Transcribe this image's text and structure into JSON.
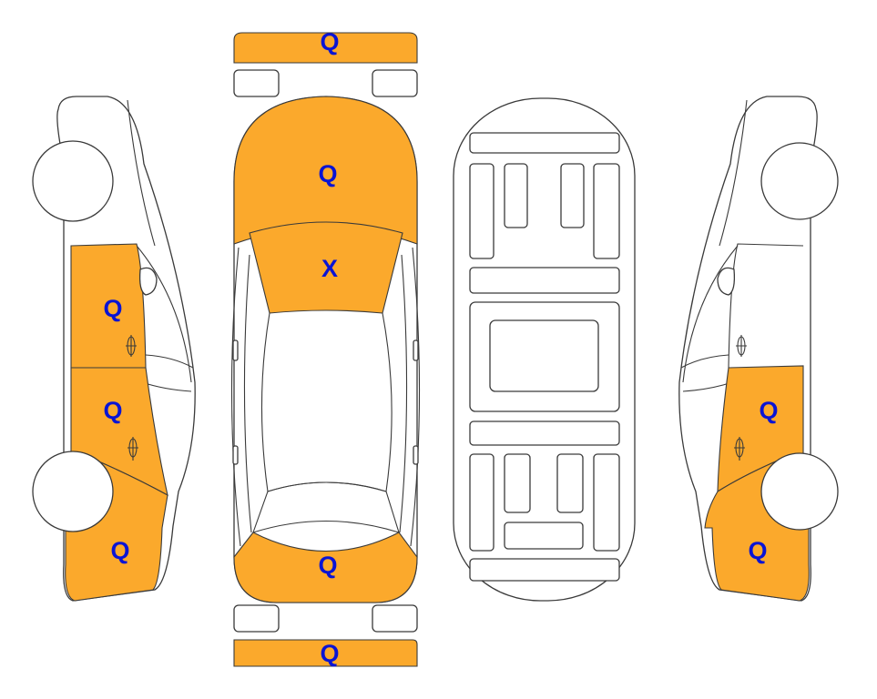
{
  "colors": {
    "damaged_panel": "#FBA92C",
    "label_text": "#0A14D4",
    "outline": "#3A3A3A",
    "background": "#FFFFFF"
  },
  "markers": {
    "front_bumper": "Q",
    "hood": "Q",
    "windshield": "X",
    "trunk": "Q",
    "rear_bumper": "Q",
    "left_front_door": "Q",
    "left_rear_door": "Q",
    "left_rear_quarter": "Q",
    "right_rear_door": "Q",
    "right_rear_quarter": "Q"
  }
}
